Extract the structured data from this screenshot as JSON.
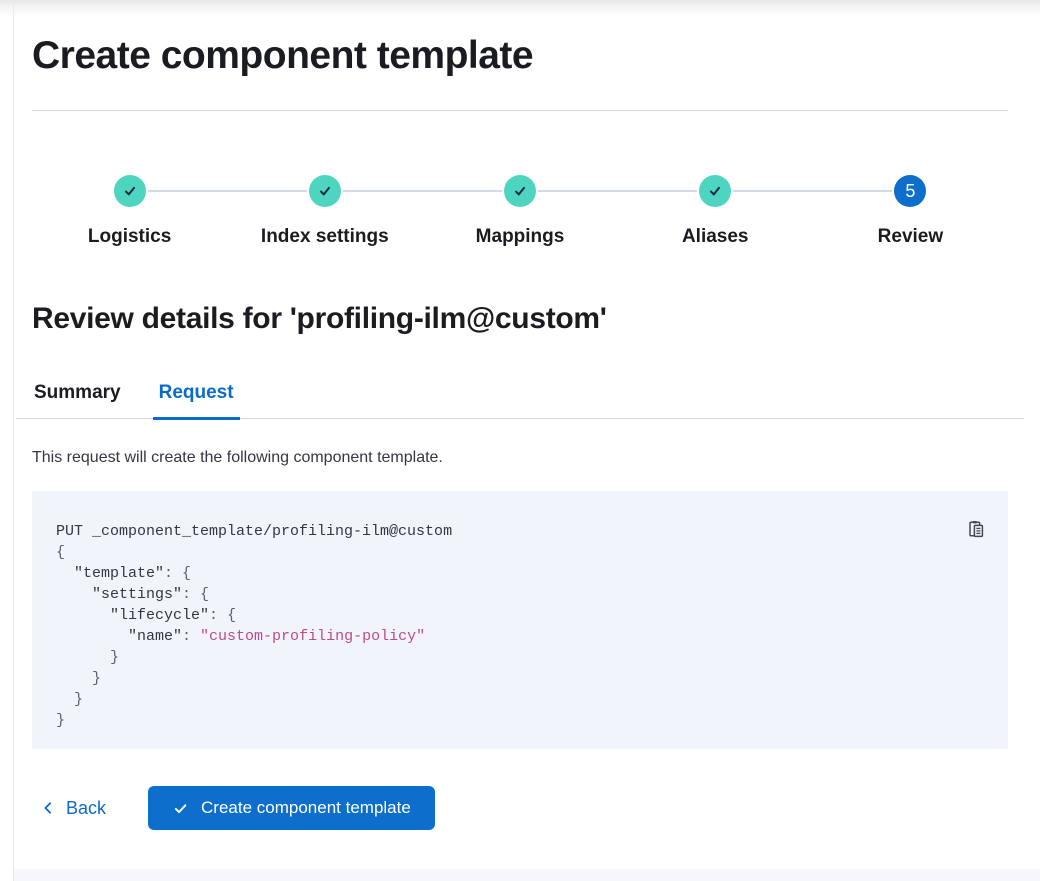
{
  "page": {
    "title": "Create component template"
  },
  "steps": [
    {
      "label": "Logistics",
      "state": "complete",
      "icon": "check-icon"
    },
    {
      "label": "Index settings",
      "state": "complete",
      "icon": "check-icon"
    },
    {
      "label": "Mappings",
      "state": "complete",
      "icon": "check-icon"
    },
    {
      "label": "Aliases",
      "state": "complete",
      "icon": "check-icon"
    },
    {
      "label": "Review",
      "state": "current",
      "number": "5"
    }
  ],
  "review": {
    "heading": "Review details for 'profiling-ilm@custom'",
    "tabs": [
      {
        "label": "Summary",
        "active": false
      },
      {
        "label": "Request",
        "active": true
      }
    ],
    "description": "This request will create the following component template."
  },
  "code_block": {
    "copy_icon": "copy-clipboard-icon",
    "lines": [
      [
        {
          "t": "PUT _component_template/profiling-ilm@custom",
          "c": "plain"
        }
      ],
      [
        {
          "t": "{",
          "c": "punct"
        }
      ],
      [
        {
          "t": "  ",
          "c": "plain"
        },
        {
          "t": "\"template\"",
          "c": "key"
        },
        {
          "t": ": ",
          "c": "punct"
        },
        {
          "t": "{",
          "c": "punct"
        }
      ],
      [
        {
          "t": "    ",
          "c": "plain"
        },
        {
          "t": "\"settings\"",
          "c": "key"
        },
        {
          "t": ": ",
          "c": "punct"
        },
        {
          "t": "{",
          "c": "punct"
        }
      ],
      [
        {
          "t": "      ",
          "c": "plain"
        },
        {
          "t": "\"lifecycle\"",
          "c": "key"
        },
        {
          "t": ": ",
          "c": "punct"
        },
        {
          "t": "{",
          "c": "punct"
        }
      ],
      [
        {
          "t": "        ",
          "c": "plain"
        },
        {
          "t": "\"name\"",
          "c": "key"
        },
        {
          "t": ": ",
          "c": "punct"
        },
        {
          "t": "\"custom-profiling-policy\"",
          "c": "string"
        }
      ],
      [
        {
          "t": "      ",
          "c": "plain"
        },
        {
          "t": "}",
          "c": "punct"
        }
      ],
      [
        {
          "t": "    ",
          "c": "plain"
        },
        {
          "t": "}",
          "c": "punct"
        }
      ],
      [
        {
          "t": "  ",
          "c": "plain"
        },
        {
          "t": "}",
          "c": "punct"
        }
      ],
      [
        {
          "t": "}",
          "c": "punct"
        }
      ]
    ]
  },
  "footer": {
    "back_label": "Back",
    "create_button_label": "Create component template"
  },
  "colors": {
    "accent-teal": "#4ed5bf",
    "primary-blue": "#0d6ecb",
    "link-blue": "#0b6bcb",
    "code-string": "#bd4c8a",
    "code-bg": "#f1f4fa",
    "divider": "#d3dae6",
    "text-dark": "#1a1c21",
    "text-body": "#343741",
    "step-check": "#1d2a3c"
  }
}
